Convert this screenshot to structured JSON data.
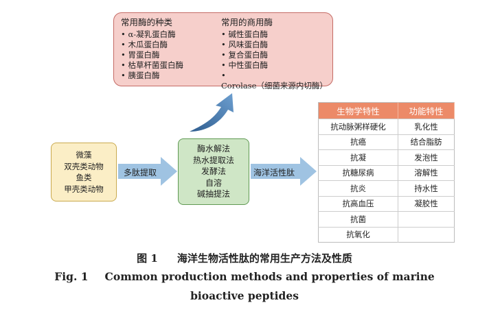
{
  "enzymes": {
    "common_types": {
      "heading": "常用酶的种类",
      "items": [
        "α-凝乳蛋白酶",
        "木瓜蛋白酶",
        "胃蛋白酶",
        "枯草杆菌蛋白酶",
        "胰蛋白酶"
      ]
    },
    "commercial": {
      "heading": "常用的商用酶",
      "items": [
        "碱性蛋白酶",
        "风味蛋白酶",
        "复合蛋白酶",
        "中性蛋白酶",
        "Corolase（细菌来源内切酶）"
      ]
    }
  },
  "sources": [
    "微藻",
    "双壳类动物",
    "鱼类",
    "甲壳类动物"
  ],
  "arrow1_label": "多肽提取",
  "methods": [
    "酶水解法",
    "热水提取法",
    "发酵法",
    "自溶",
    "碱抽提法"
  ],
  "arrow2_label": "海洋活性肽",
  "properties_table": {
    "headers": [
      "生物学特性",
      "功能特性"
    ],
    "rows": [
      [
        "抗动脉粥样硬化",
        "乳化性"
      ],
      [
        "抗癌",
        "结合脂肪"
      ],
      [
        "抗凝",
        "发泡性"
      ],
      [
        "抗糖尿病",
        "溶解性"
      ],
      [
        "抗炎",
        "持水性"
      ],
      [
        "抗高血压",
        "凝胶性"
      ],
      [
        "抗菌",
        ""
      ],
      [
        "抗氧化",
        ""
      ]
    ]
  },
  "caption": {
    "cn_label": "图 1",
    "cn_title": "海洋生物活性肽的常用生产方法及性质",
    "en_label": "Fig. 1",
    "en_title_line1": "Common production methods and properties of marine",
    "en_title_line2": "bioactive peptides"
  },
  "colors": {
    "enzyme_fill": "#f6cfcb",
    "source_fill": "#fbeec6",
    "method_fill": "#cfe6c6",
    "arrow_fill": "#9fc3e2",
    "table_header": "#ec8a68",
    "curved_arrow": "#3b6fa6"
  }
}
